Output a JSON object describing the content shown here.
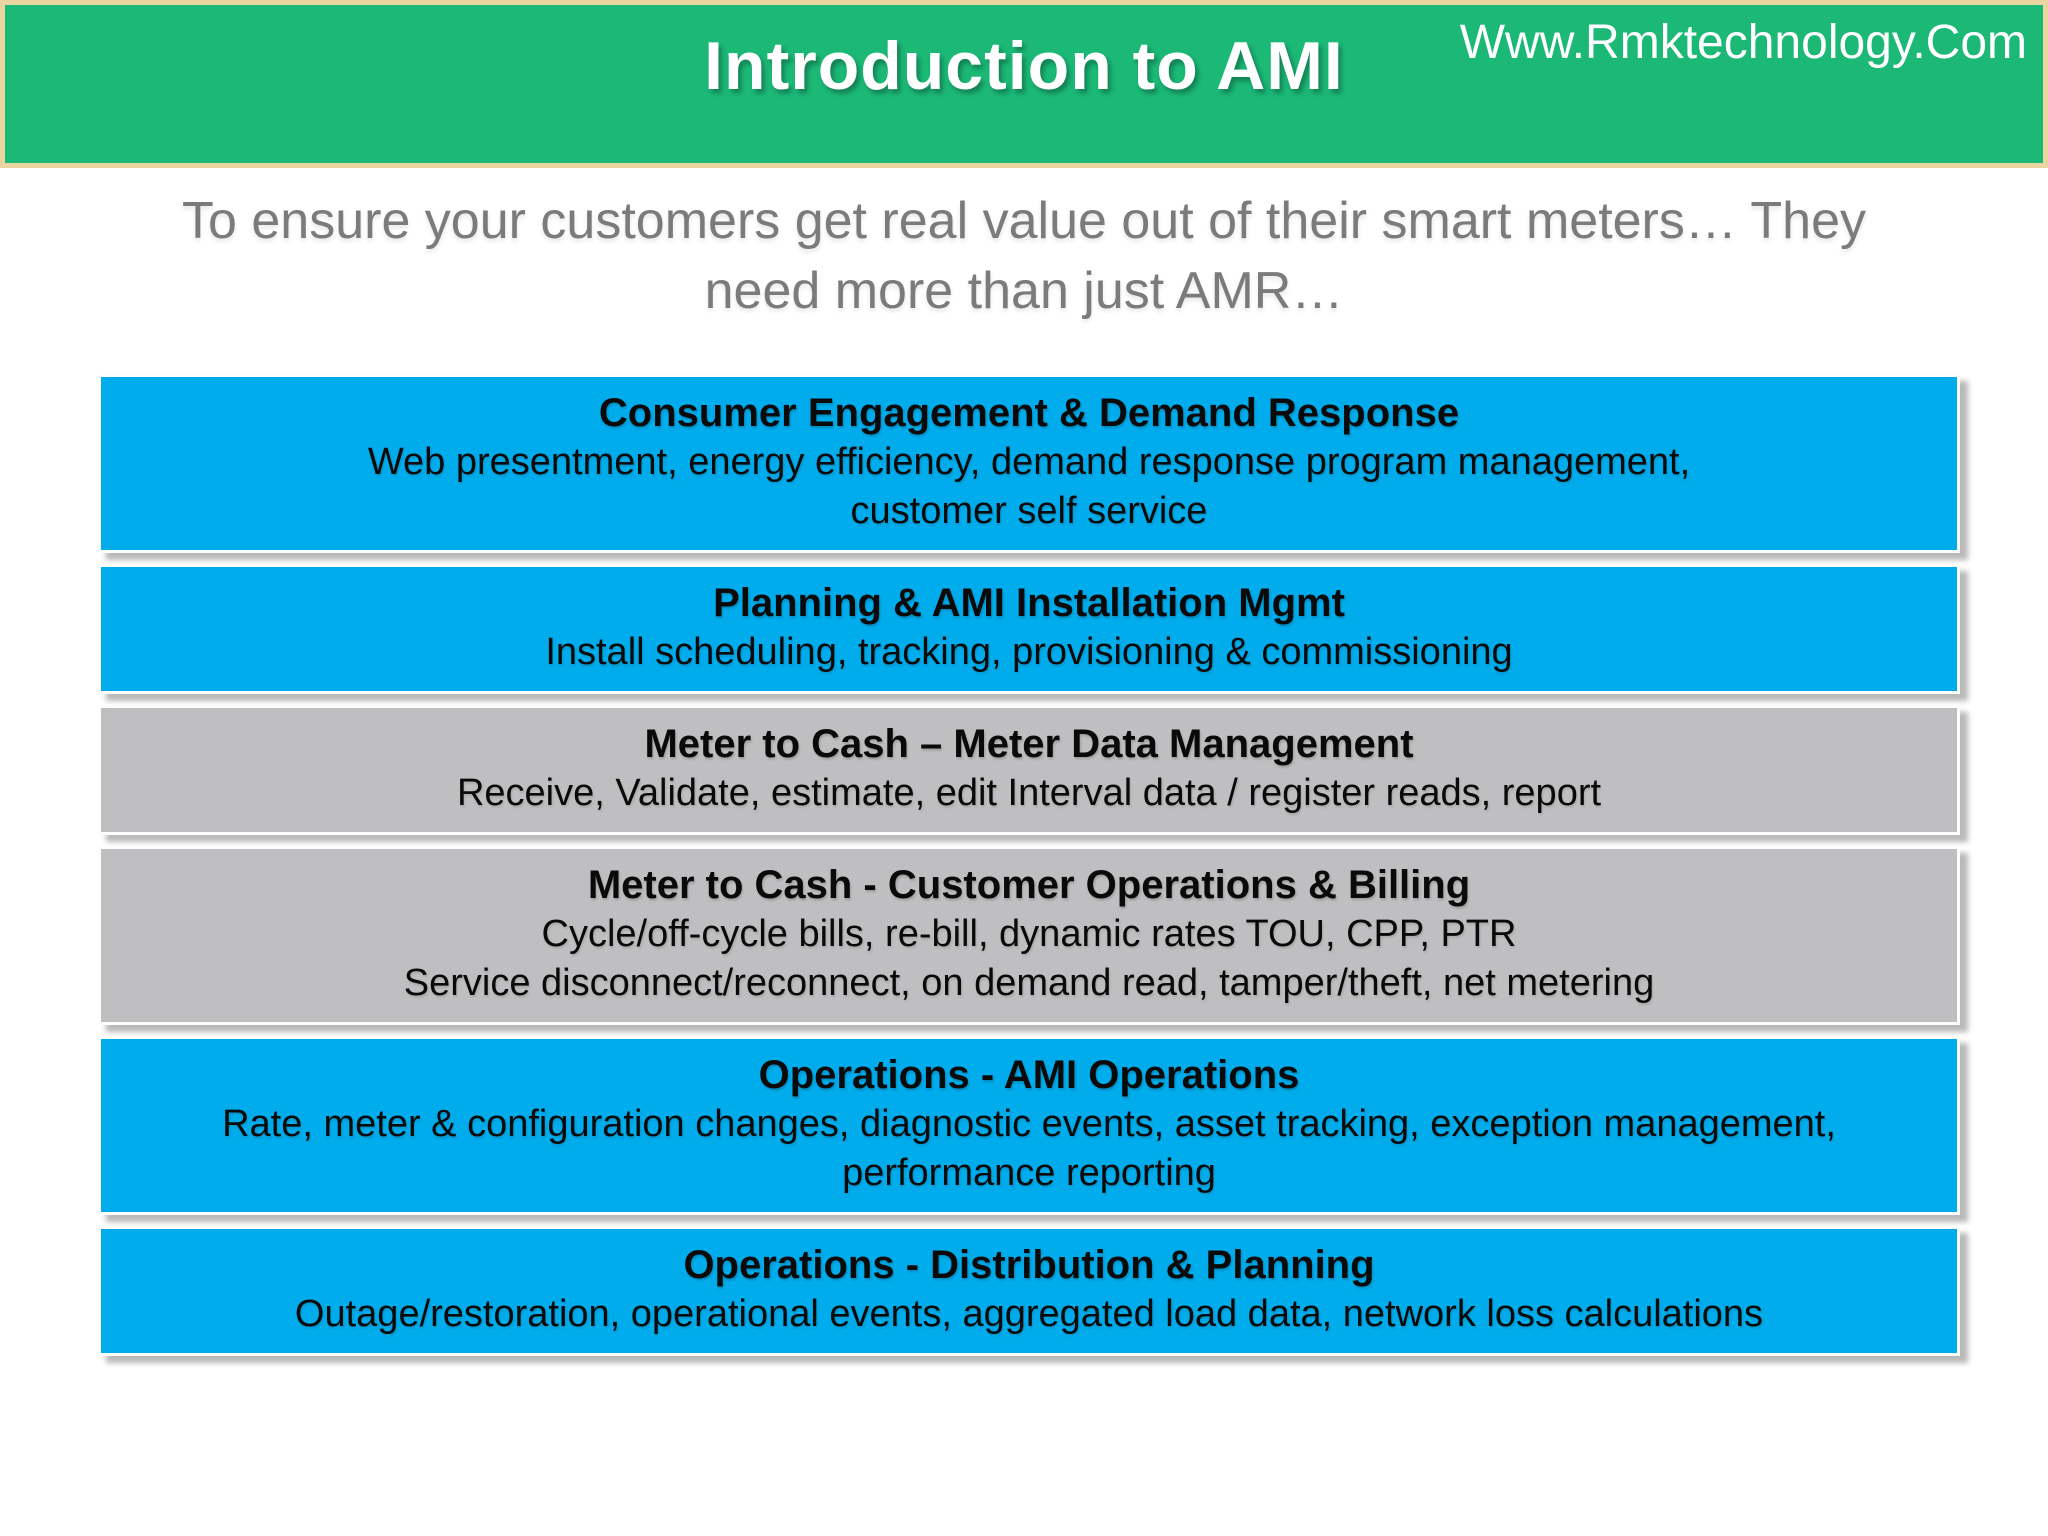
{
  "header": {
    "title": "Introduction to AMI",
    "website": "Www.Rmktechnology.Com"
  },
  "subtitle": {
    "line1": "To ensure your customers get real value out of their smart meters… They",
    "line2": "need more than just AMR…"
  },
  "colors": {
    "header_green": "#1BB876",
    "header_border_tan": "#EBD5A3",
    "blue": "#00ACEC",
    "gray": "#BFBFC1",
    "subtitle_text": "#7B7B7B",
    "box_text": "#0A0A0A",
    "title_text": "#FFFFFF"
  },
  "boxes": [
    {
      "color": "blue",
      "title": "Consumer Engagement & Demand Response",
      "body": "Web presentment, energy efficiency, demand response program management,\ncustomer self service"
    },
    {
      "color": "blue",
      "title": "Planning & AMI Installation Mgmt",
      "body": "Install scheduling, tracking, provisioning & commissioning"
    },
    {
      "color": "gray",
      "title": "Meter to Cash – Meter Data Management",
      "body": "Receive, Validate, estimate, edit Interval data / register reads, report"
    },
    {
      "color": "gray",
      "title": "Meter to Cash - Customer Operations & Billing",
      "body": "Cycle/off-cycle bills, re-bill, dynamic rates TOU, CPP, PTR\nService disconnect/reconnect, on demand read, tamper/theft, net metering"
    },
    {
      "color": "blue",
      "title": "Operations - AMI Operations",
      "body": "Rate, meter & configuration changes, diagnostic events, asset tracking, exception management,\nperformance reporting"
    },
    {
      "color": "blue",
      "title": "Operations - Distribution & Planning",
      "body": "Outage/restoration, operational events, aggregated load data, network loss calculations"
    }
  ]
}
